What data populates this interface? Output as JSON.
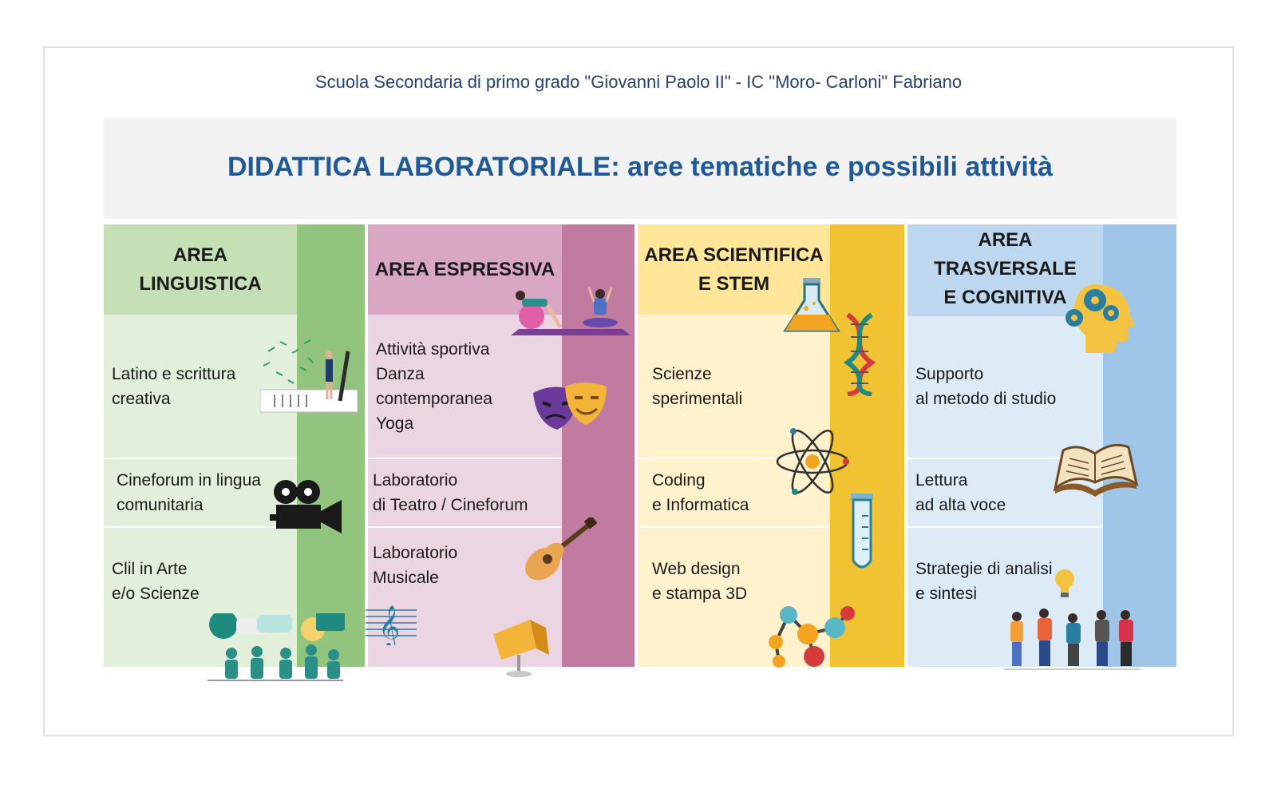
{
  "header": {
    "school": "Scuola Secondaria di primo grado \"Giovanni Paolo II\" - IC \"Moro- Carloni\" Fabriano",
    "title": "DIDATTICA LABORATORIALE: aree tematiche e possibili attività"
  },
  "areas": [
    {
      "title": "AREA\nLINGUISTICA",
      "colors": {
        "header": "#c5e0b4",
        "body": "#e2efda",
        "strip": "#93c47d"
      },
      "activities": [
        "Latino e scrittura\ncreativa",
        "Cineforum in lingua\ncomunitaria",
        "Clil in Arte\ne/o Scienze"
      ],
      "icons": [
        "writing-icon",
        "movie-camera-icon",
        "discussion-group-icon"
      ]
    },
    {
      "title": "AREA ESPRESSIVA",
      "colors": {
        "header": "#d9a6c4",
        "body": "#ecd5e3",
        "strip": "#c27ba0"
      },
      "activities": [
        "Attività sportiva\nDanza\ncontemporanea\nYoga",
        "Laboratorio\ndi Teatro / Cineforum",
        "Laboratorio\nMusicale"
      ],
      "icons": [
        "yoga-icon",
        "theater-masks-icon",
        "guitar-icon",
        "music-staff-icon",
        "clapperboard-icon"
      ]
    },
    {
      "title": "AREA SCIENTIFICA\nE STEM",
      "colors": {
        "header": "#ffe699",
        "body": "#fff2cc",
        "strip": "#f1c232"
      },
      "activities": [
        "Scienze\nsperimentali",
        "Coding\ne Informatica",
        "Web design\ne stampa 3D"
      ],
      "icons": [
        "flask-icon",
        "dna-icon",
        "atom-icon",
        "test-tube-icon",
        "molecule-icon"
      ]
    },
    {
      "title": "AREA\nTRASVERSALE\nE COGNITIVA",
      "colors": {
        "header": "#bdd7ee",
        "body": "#ddebf7",
        "strip": "#9fc5e8"
      },
      "activities": [
        "Supporto\nal metodo di studio",
        "Lettura\nad alta voce",
        "Strategie di analisi\ne sintesi"
      ],
      "icons": [
        "head-gears-icon",
        "open-book-icon",
        "lightbulb-icon",
        "team-icon"
      ]
    }
  ]
}
